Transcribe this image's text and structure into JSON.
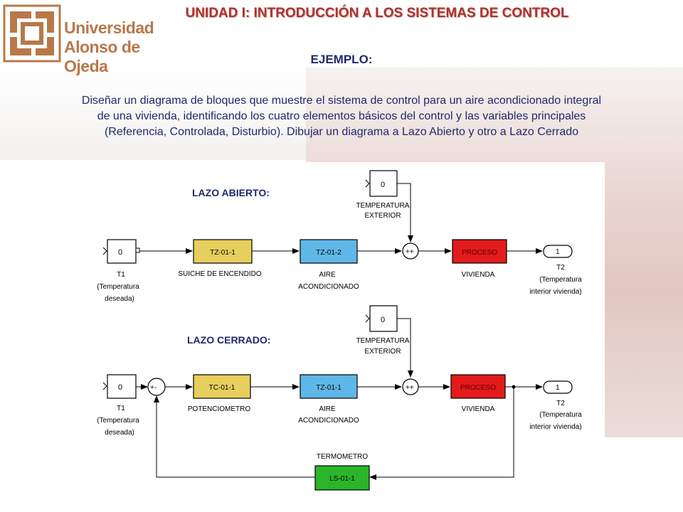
{
  "header": {
    "title": "UNIDAD I: INTRODUCCIÓN A LOS SISTEMAS DE CONTROL",
    "logo_line1": "Universidad",
    "logo_line2": "Alonso de Ojeda"
  },
  "example_heading": "EJEMPLO:",
  "statement_lines": [
    "Diseñar un diagrama de bloques que muestre el sistema de control para un aire acondicionado integral",
    "de una vivienda, identificando los cuatro elementos básicos del control y las variables principales",
    "(Referencia, Controlada, Disturbio). Dibujar un diagrama a Lazo Abierto y otro a Lazo Cerrado"
  ],
  "colors": {
    "title": "#b0312b",
    "text_blue": "#1f2a6b",
    "block_yellow": "#e6cf5c",
    "block_blue": "#5fb7e8",
    "block_red": "#e31b1b",
    "block_green": "#2ab52a"
  },
  "open_loop": {
    "label": "LAZO ABIERTO:",
    "input_value": "0",
    "input_name": "T1",
    "input_desc1": "(Temperatura",
    "input_desc2": "deseada)",
    "controller_tag": "TZ-01-1",
    "controller_name": "SUICHE DE ENCENDIDO",
    "actuator_tag": "TZ-01-2",
    "actuator_name1": "AIRE",
    "actuator_name2": "ACONDICIONADO",
    "sum_signs": "++",
    "process_tag": "PROCESO",
    "process_name": "VIVIENDA",
    "disturbance_value": "0",
    "disturbance_name1": "TEMPERATURA",
    "disturbance_name2": "EXTERIOR",
    "output_value": "1",
    "output_name": "T2",
    "output_desc1": "(Temperatura",
    "output_desc2": "interior vivienda)"
  },
  "closed_loop": {
    "label": "LAZO CERRADO:",
    "input_value": "0",
    "input_name": "T1",
    "input_desc1": "(Temperatura",
    "input_desc2": "deseada)",
    "comparator_signs": "+-",
    "controller_tag": "TC-01-1",
    "controller_name": "POTENCIOMETRO",
    "actuator_tag": "TZ-01-1",
    "actuator_name1": "AIRE",
    "actuator_name2": "ACONDICIONADO",
    "sum_signs": "++",
    "process_tag": "PROCESO",
    "process_name": "VIVIENDA",
    "disturbance_value": "0",
    "disturbance_name1": "TEMPERATURA",
    "disturbance_name2": "EXTERIOR",
    "output_value": "1",
    "output_name": "T2",
    "output_desc1": "(Temperatura",
    "output_desc2": "interior vivienda)",
    "sensor_tag": "LS-01-1",
    "sensor_name": "TERMOMETRO"
  }
}
